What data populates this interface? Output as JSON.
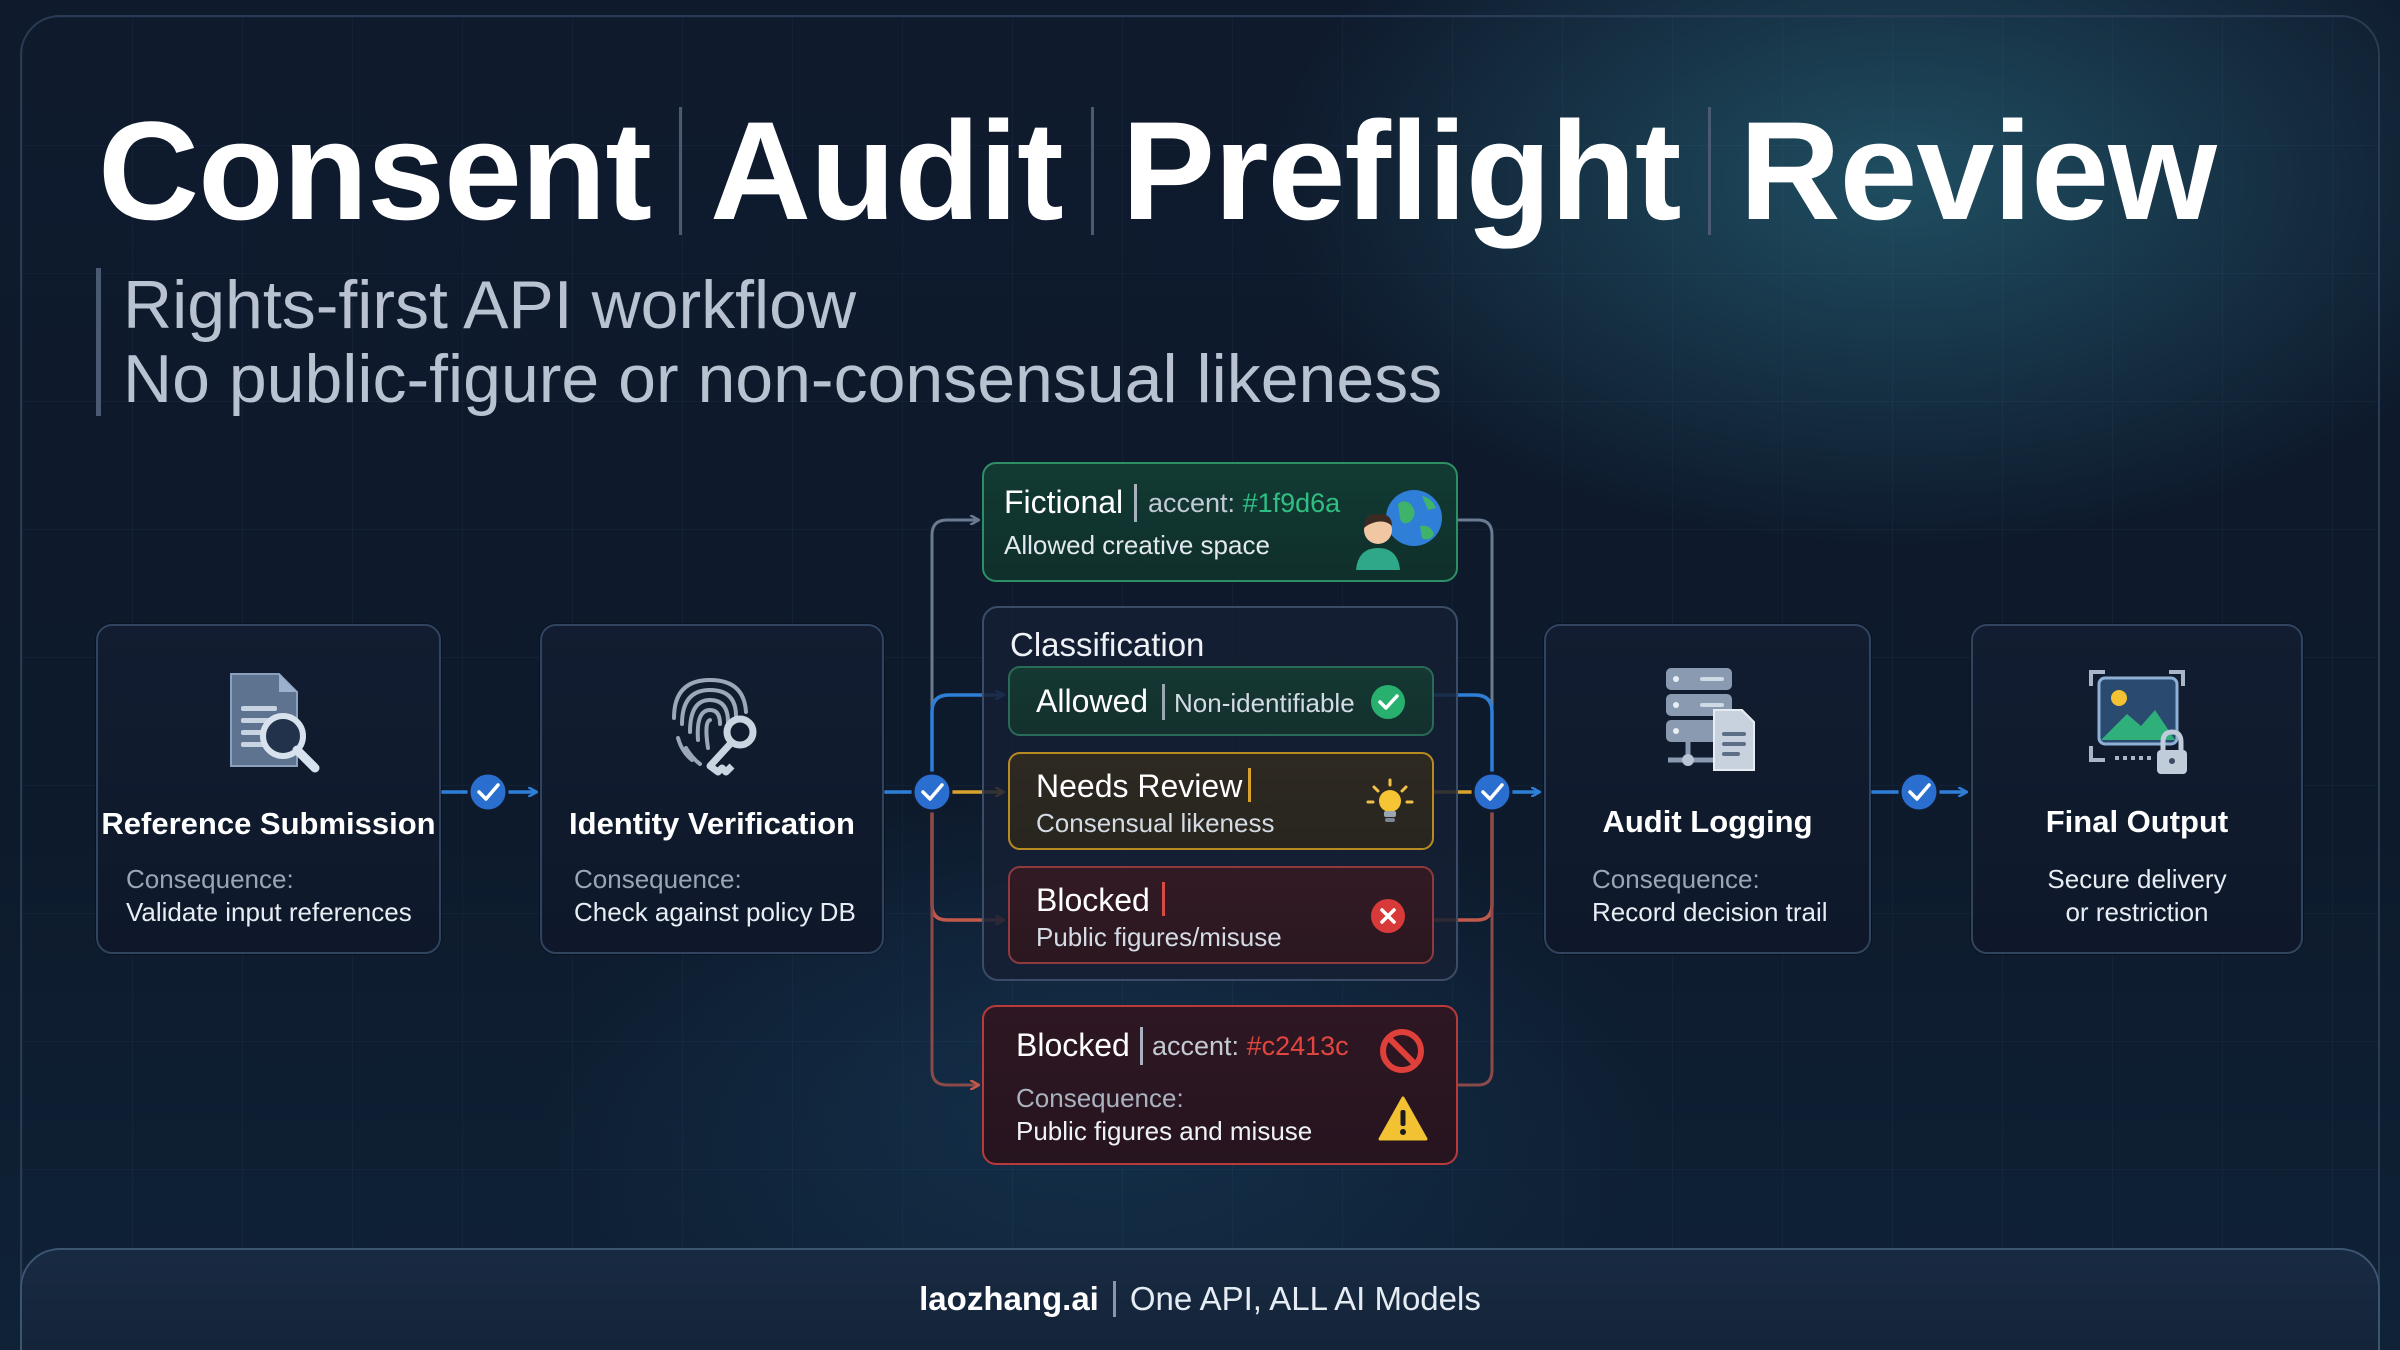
{
  "title": {
    "words": [
      "Consent",
      "Audit",
      "Preflight",
      "Review"
    ]
  },
  "subtitle": {
    "line1": "Rights-first API workflow",
    "line2": "No public-figure or non-consensual likeness"
  },
  "steps": [
    {
      "title": "Reference Submission",
      "consequence_label": "Consequence:",
      "consequence_text": "Validate input references",
      "icon": "document-search-icon"
    },
    {
      "title": "Identity Verification",
      "consequence_label": "Consequence:",
      "consequence_text": "Check against policy DB",
      "icon": "fingerprint-key-icon"
    },
    {
      "title": "Audit Logging",
      "consequence_label": "Consequence:",
      "consequence_text": "Record decision trail",
      "icon": "server-document-icon"
    },
    {
      "title": "Final Output",
      "line1": "Secure delivery",
      "line2": "or restriction",
      "icon": "image-lock-icon"
    }
  ],
  "fictional_card": {
    "name": "Fictional",
    "accent_label": "accent:",
    "accent_value": "#1f9d6a",
    "description": "Allowed creative space",
    "icon": "person-globe-icon"
  },
  "classification": {
    "title": "Classification",
    "options": [
      {
        "name": "Allowed",
        "desc": "Non-identifiable",
        "icon": "check-circle-icon",
        "color": "#1f9d6a"
      },
      {
        "name": "Needs Review",
        "desc": "Consensual likeness",
        "icon": "lightbulb-icon",
        "color": "#d9a22a"
      },
      {
        "name": "Blocked",
        "desc": "Public figures/misuse",
        "icon": "x-circle-icon",
        "color": "#c2413c"
      }
    ]
  },
  "blocked_card": {
    "name": "Blocked",
    "accent_label": "accent:",
    "accent_value": "#c2413c",
    "consequence_label": "Consequence:",
    "consequence_text": "Public figures and misuse",
    "icons": [
      "no-entry-icon",
      "warning-icon"
    ]
  },
  "footer": {
    "brand": "laozhang.ai",
    "tagline": "One API, ALL AI Models"
  },
  "colors": {
    "connector_blue": "#2f7fd8",
    "check_blue": "#2a6fd0",
    "allowed_green": "#1f9d6a",
    "review_amber": "#d9a22a",
    "blocked_red": "#c2413c",
    "branch_red": "#c25a4c"
  }
}
